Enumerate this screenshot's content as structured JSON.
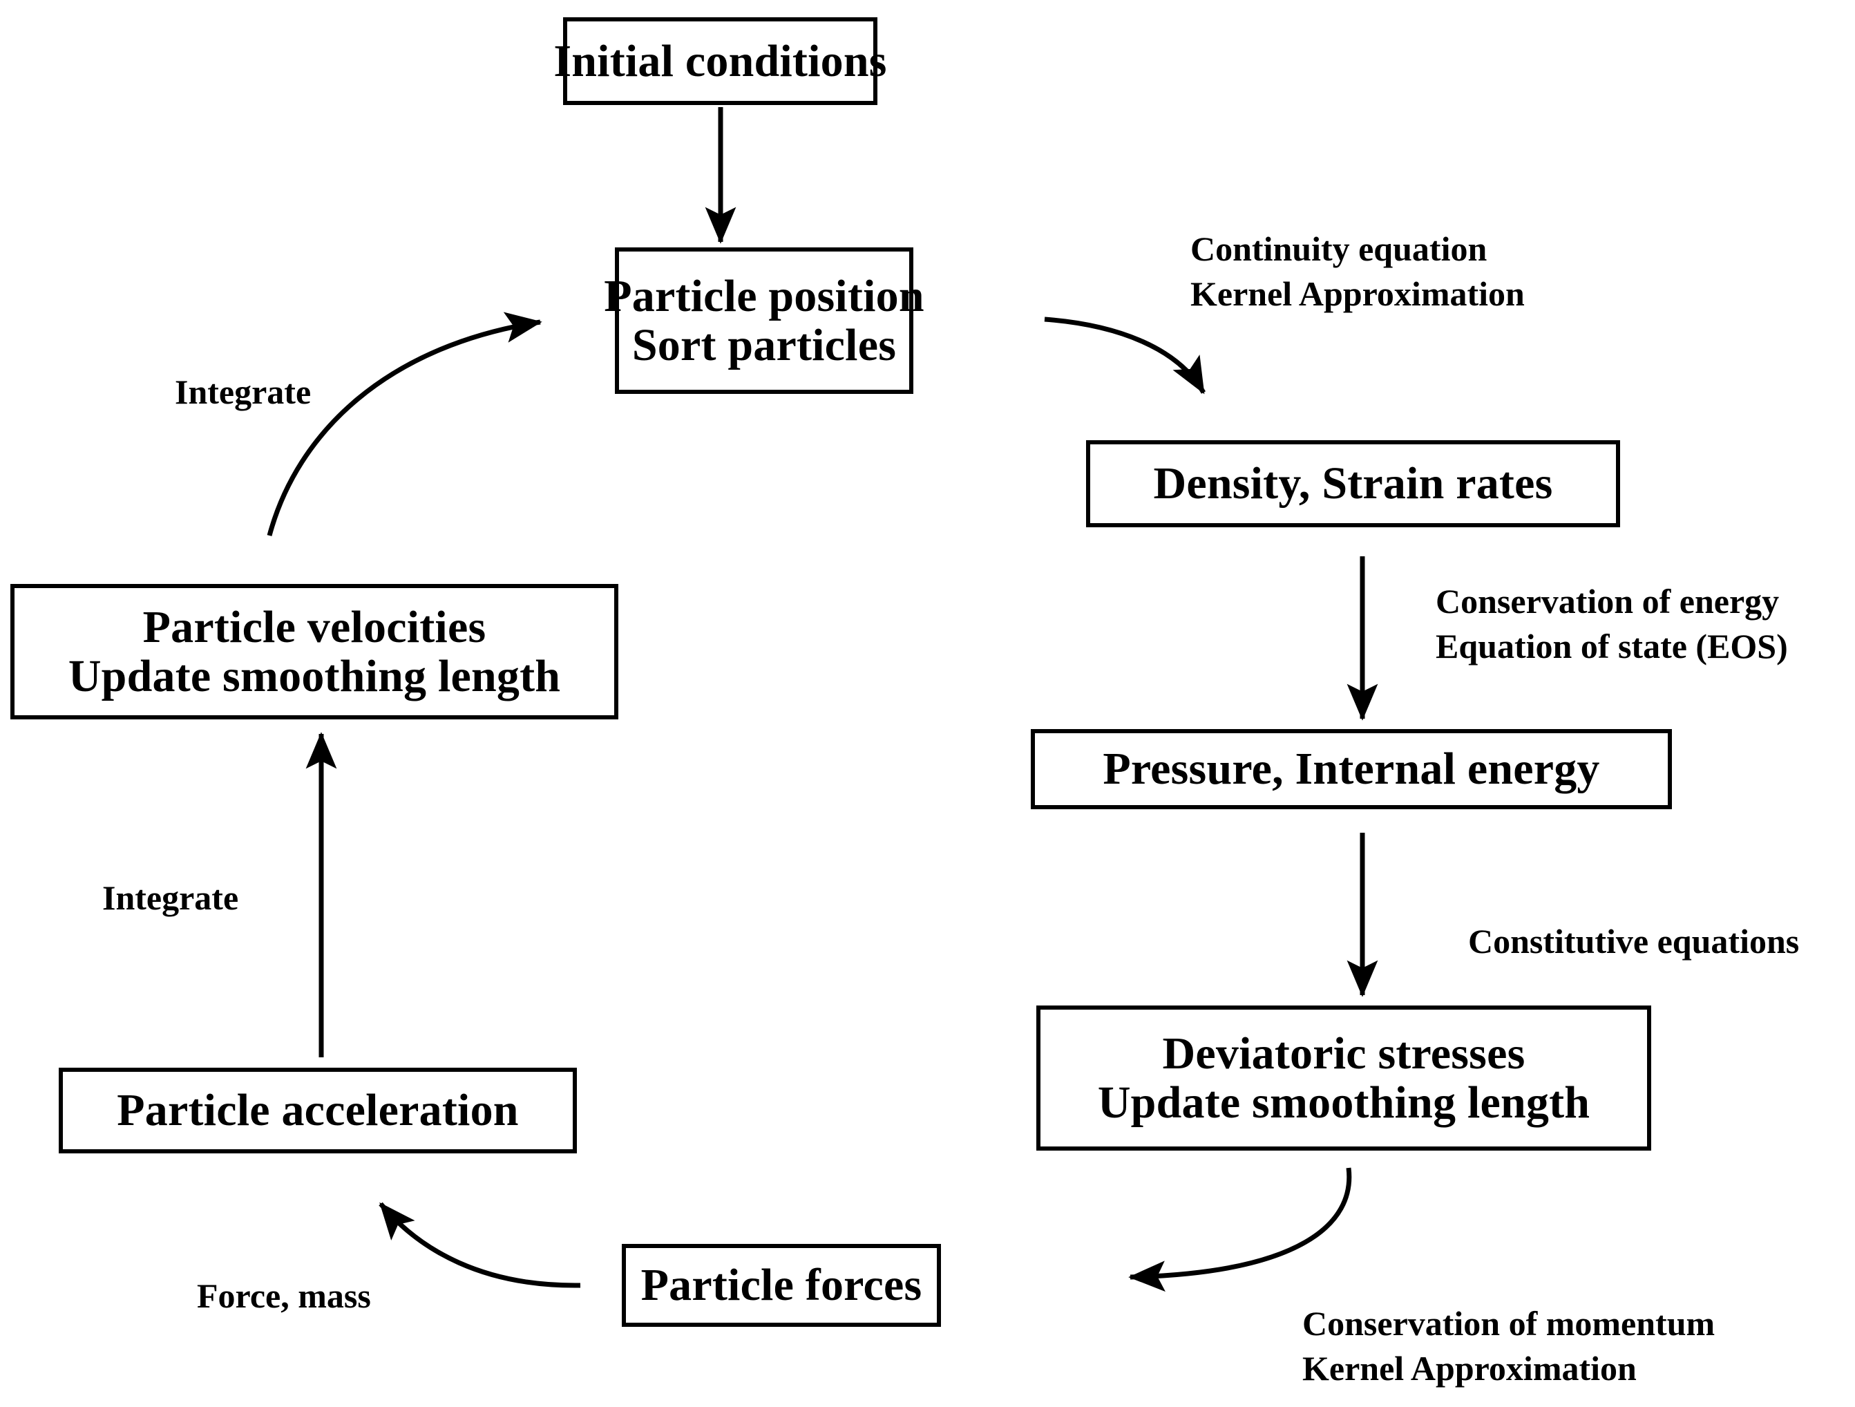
{
  "diagram": {
    "title": "SPH computation cycle flowchart",
    "background_color": "#ffffff",
    "stroke_color": "#000000",
    "nodes": [
      {
        "id": "initial-conditions",
        "lines": [
          "Initial conditions"
        ]
      },
      {
        "id": "particle-position",
        "lines": [
          "Particle position",
          "Sort particles"
        ]
      },
      {
        "id": "density-strain-rates",
        "lines": [
          "Density, Strain rates"
        ]
      },
      {
        "id": "pressure-internal",
        "lines": [
          "Pressure, Internal energy"
        ]
      },
      {
        "id": "deviatoric-stresses",
        "lines": [
          "Deviatoric stresses",
          "Update smoothing length"
        ]
      },
      {
        "id": "particle-forces",
        "lines": [
          "Particle forces"
        ]
      },
      {
        "id": "particle-acceleration",
        "lines": [
          "Particle acceleration"
        ]
      },
      {
        "id": "particle-velocities",
        "lines": [
          "Particle velocities",
          "Update smoothing length"
        ]
      }
    ],
    "edge_labels": [
      {
        "id": "continuity",
        "lines": [
          "Continuity equation",
          "Kernel Approximation"
        ]
      },
      {
        "id": "conservation-energy",
        "lines": [
          "Conservation of energy",
          "Equation of state (EOS)"
        ]
      },
      {
        "id": "constitutive",
        "lines": [
          "Constitutive equations"
        ]
      },
      {
        "id": "conservation-momentum",
        "lines": [
          "Conservation of momentum",
          "Kernel Approximation"
        ]
      },
      {
        "id": "force-mass",
        "lines": [
          "Force, mass"
        ]
      },
      {
        "id": "integrate-lower",
        "lines": [
          "Integrate"
        ]
      },
      {
        "id": "integrate-upper",
        "lines": [
          "Integrate"
        ]
      }
    ],
    "node_text": {
      "initial_conditions_l1": "Initial conditions",
      "particle_position_l1": "Particle position",
      "particle_position_l2": "Sort particles",
      "density_strain_rates_l1": "Density, Strain rates",
      "pressure_internal_l1": "Pressure, Internal energy",
      "deviatoric_stresses_l1": "Deviatoric stresses",
      "deviatoric_stresses_l2": "Update smoothing length",
      "particle_forces_l1": "Particle forces",
      "particle_acceleration_l1": "Particle acceleration",
      "particle_velocities_l1": "Particle velocities",
      "particle_velocities_l2": "Update smoothing length"
    },
    "label_text": {
      "continuity_l1": "Continuity equation",
      "continuity_l2": "Kernel Approximation",
      "conservation_energy_l1": "Conservation of energy",
      "conservation_energy_l2": "Equation of state (EOS)",
      "constitutive_l1": "Constitutive equations",
      "conservation_momentum_l1": "Conservation of momentum",
      "conservation_momentum_l2": "Kernel Approximation",
      "force_mass_l1": "Force, mass",
      "integrate_lower_l1": "Integrate",
      "integrate_upper_l1": "Integrate"
    }
  }
}
